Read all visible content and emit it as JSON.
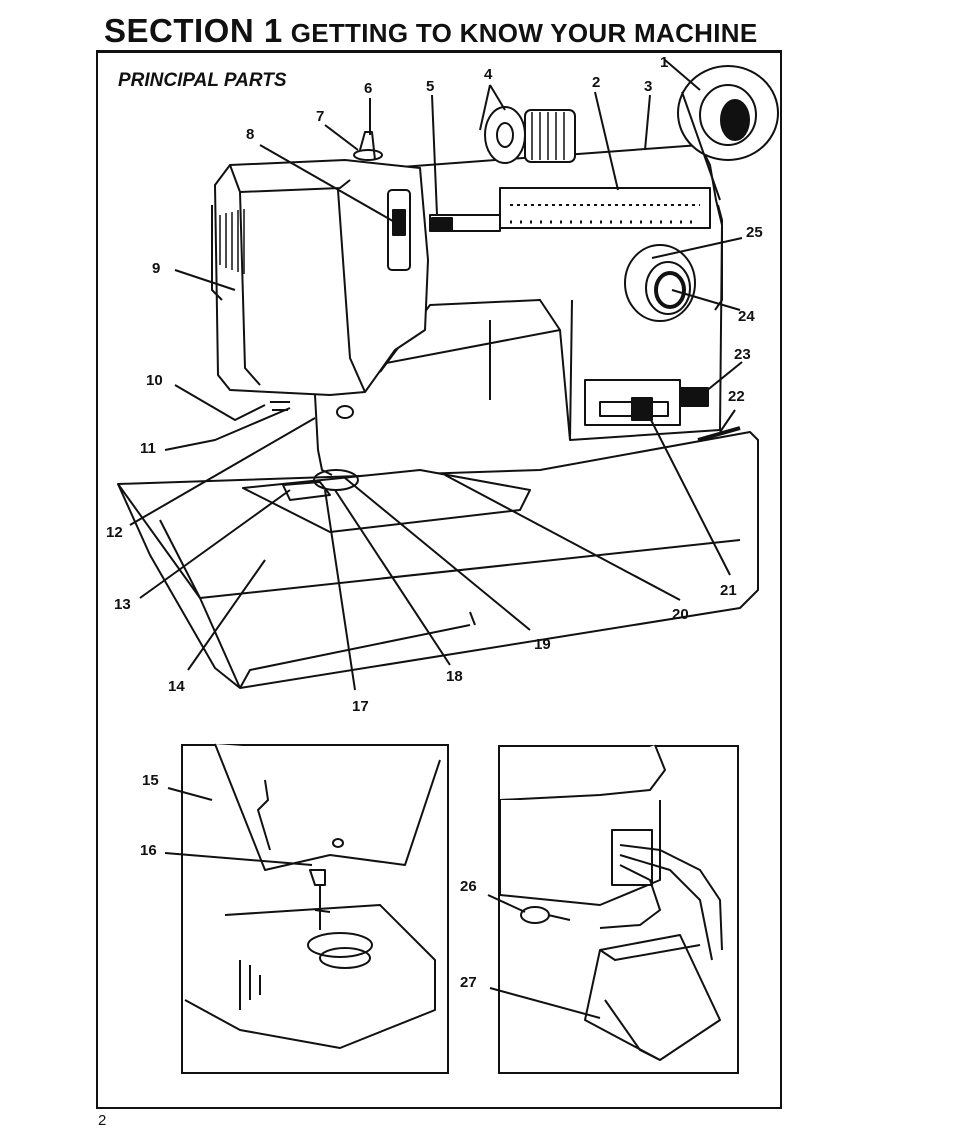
{
  "section": {
    "number": "SECTION 1",
    "title": "GETTING TO KNOW YOUR MACHINE"
  },
  "subtitle": "PRINCIPAL PARTS",
  "page_number": "2",
  "callouts": {
    "c1": "1",
    "c2": "2",
    "c3": "3",
    "c4": "4",
    "c5": "5",
    "c6": "6",
    "c7": "7",
    "c8": "8",
    "c9": "9",
    "c10": "10",
    "c11": "11",
    "c12": "12",
    "c13": "13",
    "c14": "14",
    "c15": "15",
    "c16": "16",
    "c17": "17",
    "c18": "18",
    "c19": "19",
    "c20": "20",
    "c21": "21",
    "c22": "22",
    "c23": "23",
    "c24": "24",
    "c25": "25",
    "c26": "26",
    "c27": "27"
  },
  "colors": {
    "ink": "#111111",
    "paper": "#ffffff"
  }
}
